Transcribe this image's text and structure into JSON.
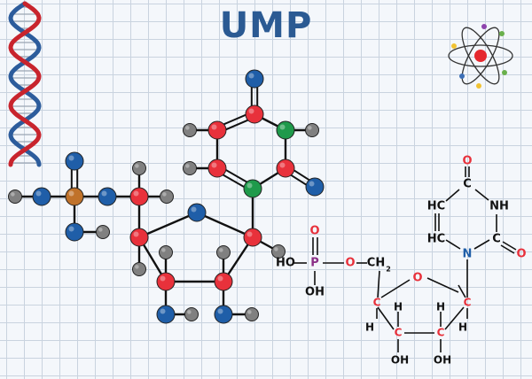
{
  "title": "UMP",
  "colors": {
    "carbon": "#e8313b",
    "hydrogen": "#808080",
    "oxygen": "#1f5ea8",
    "nitrogen": "#1f9a4b",
    "phosphorus": "#c0722a",
    "bond": "#111111",
    "skeletal_text": "#111111",
    "skeletal_oxygen_text": "#e8313b",
    "skeletal_nitrogen_text": "#1f5ea8",
    "skeletal_phosphorus_text": "#8a2f86",
    "dna_strand_a": "#c8242d",
    "dna_strand_b": "#2c5c9c",
    "atom_icon_nucleus": "#e5282e"
  },
  "icons": {
    "dna": "dna-helix-icon",
    "atom": "atom-icon"
  },
  "formula": {
    "labels": {
      "oh_phosphate_left": "HO",
      "p": "P",
      "o_double_phosphate": "O",
      "oh_phosphate_bottom": "OH",
      "o_ester": "O",
      "ch2": "CH",
      "ch2_sub": "2",
      "o_ring": "O",
      "c1": "C",
      "c2": "C",
      "c3": "C",
      "c4": "C",
      "h1": "H",
      "h2": "H",
      "h3": "H",
      "h4": "H",
      "oh2": "OH",
      "oh3": "OH",
      "n1": "N",
      "c_ring_b": "C",
      "o_ring_b": "O",
      "nh": "NH",
      "c_ring_t": "C",
      "o_ring_t": "O",
      "hc_top": "HC",
      "hc_bottom": "HC"
    }
  }
}
